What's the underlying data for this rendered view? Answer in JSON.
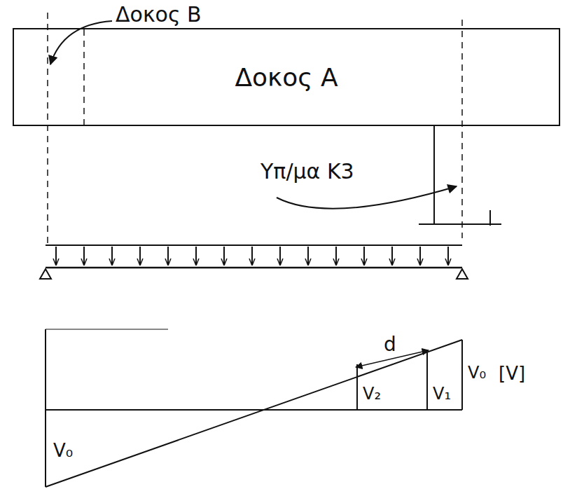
{
  "diagram": {
    "nodes": [
      {
        "text": [
          "Δοκος A"
        ]
      }
    ],
    "labels": [
      "Δοκος B",
      "Υπ/μα K3",
      "d",
      "V₂",
      "V₁",
      "V₀",
      "[V]",
      "V₀"
    ]
  }
}
